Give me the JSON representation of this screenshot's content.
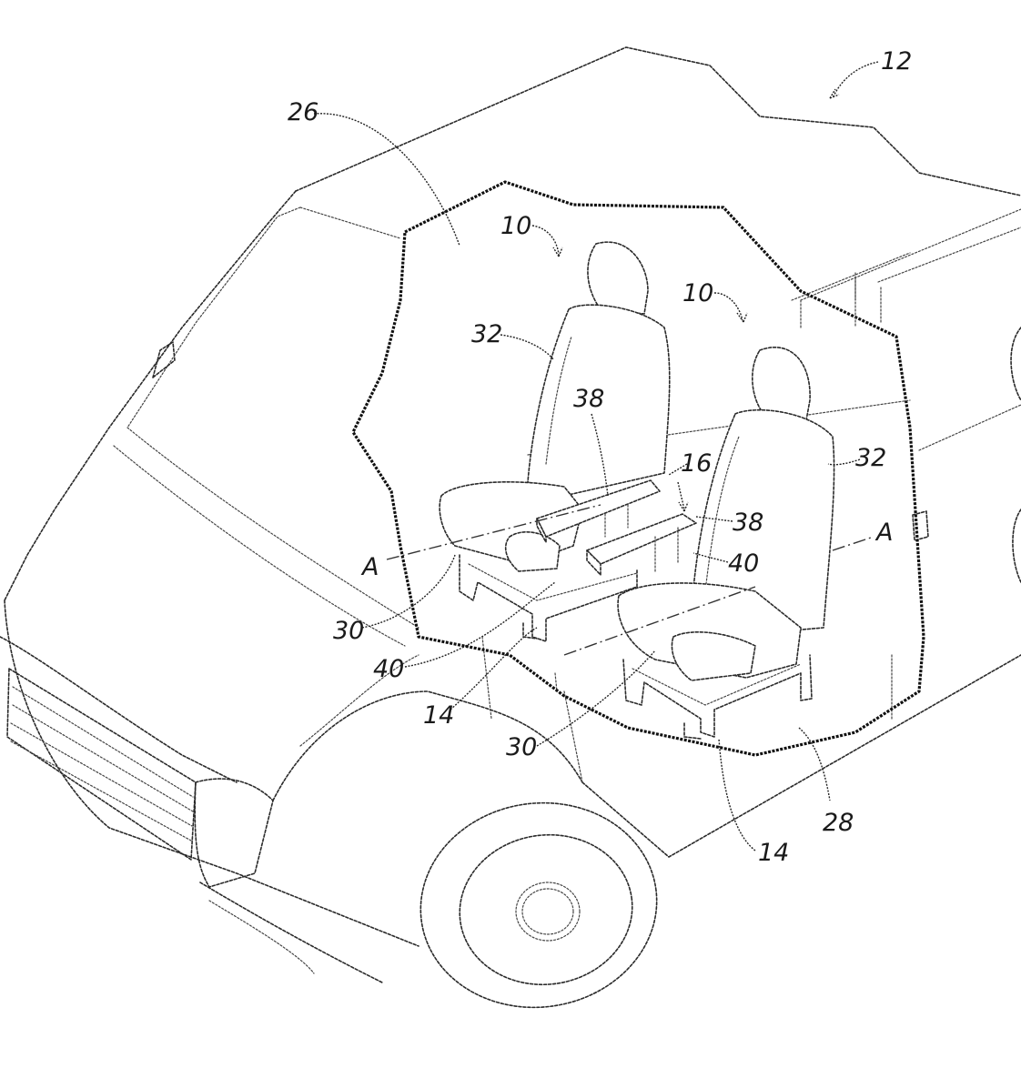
{
  "labels": {
    "vehicle": "12",
    "cabin": "26",
    "floor": "28",
    "seat_left": "10",
    "seat_right": "10",
    "seatback_left": "32",
    "seatback_right": "32",
    "armrest_left": "38",
    "armrest_right": "38",
    "console_assembly": "16",
    "axis_left": "A",
    "axis_right": "A",
    "cushion_left": "30",
    "cushion_right": "30",
    "support_left": "40",
    "support_right": "40",
    "riser_left": "14",
    "riser_right": "14"
  }
}
